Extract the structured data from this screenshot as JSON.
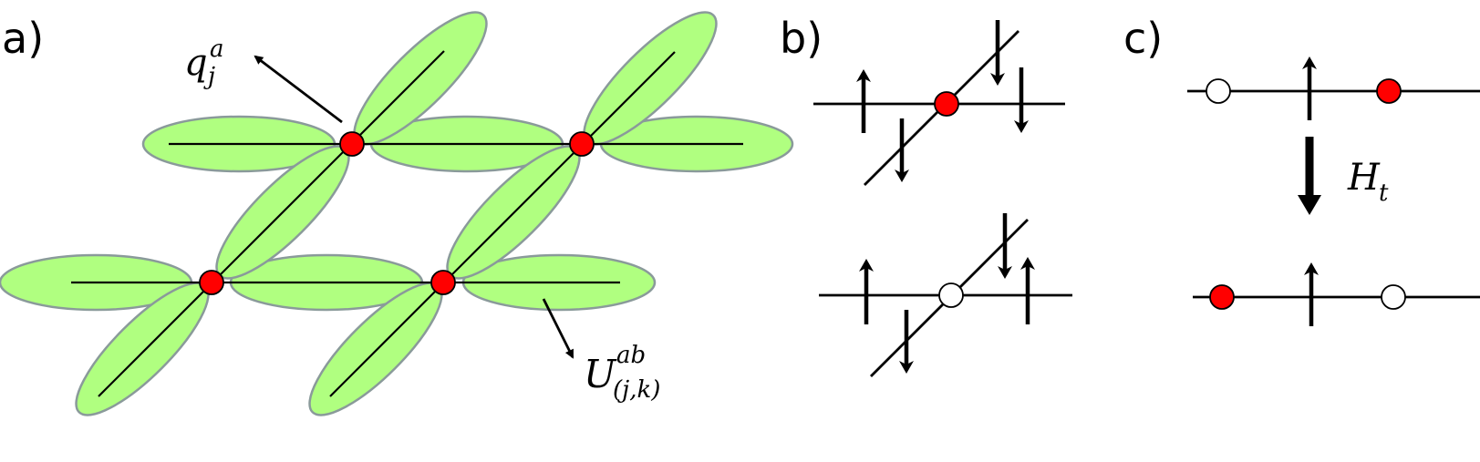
{
  "panels": {
    "a": {
      "label": "a)",
      "charge_symbol": "q",
      "charge_sub": "j",
      "charge_sup": "a",
      "unitary_symbol": "U",
      "unitary_sub": "(j,k)",
      "unitary_sup": "ab"
    },
    "b": {
      "label": "b)"
    },
    "c": {
      "label": "c)",
      "hamiltonian_symbol": "H",
      "hamiltonian_sub": "t"
    }
  },
  "colors": {
    "lobe_fill": "#b0ff80",
    "lobe_stroke": "#8a9a9a",
    "occupied_site": "#ff0000",
    "empty_site": "#ffffff"
  }
}
